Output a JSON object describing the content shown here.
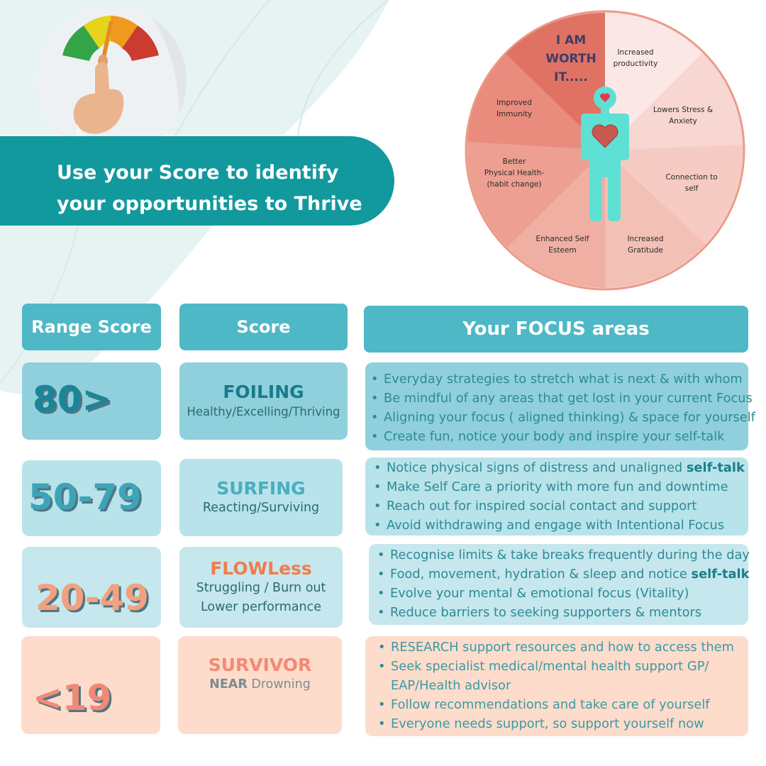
{
  "colors": {
    "teal_dark": "#12999e",
    "teal_header": "#4eb8c6",
    "foiling_bg": "#8fd0dc",
    "surfing_bg": "#b8e3ea",
    "flowless_bg": "#c5e7ed",
    "survivor_bg": "#fddccb",
    "orange": "#ef7d4e",
    "salmon": "#f28a74"
  },
  "hero": {
    "line1": "Use your Score to identify",
    "line2": "your opportunities to Thrive"
  },
  "wheel": {
    "center_text": [
      "I AM",
      "WORTH",
      "IT....."
    ],
    "segments": [
      {
        "lines": [
          "Increased",
          "productivity"
        ]
      },
      {
        "lines": [
          "Lowers Stress &",
          "Anxiety"
        ]
      },
      {
        "lines": [
          "Connection to",
          "self"
        ]
      },
      {
        "lines": [
          "Increased",
          "Gratitude"
        ]
      },
      {
        "lines": [
          "Enhanced Self",
          "Esteem"
        ]
      },
      {
        "lines": [
          "Better",
          "Physical Health-",
          "(habit change)"
        ]
      },
      {
        "lines": [
          "Improved",
          "Immunity"
        ]
      }
    ]
  },
  "headers": {
    "range": "Range Score",
    "score": "Score",
    "focus": "Your FOCUS areas"
  },
  "rows": [
    {
      "range": "80>",
      "name": "FOILING",
      "sub1": "Healthy/Excelling/Thriving",
      "sub2": "",
      "focus": [
        "Everyday strategies to stretch what is next & with whom",
        "Be mindful of any areas that get lost in your current Focus",
        "Aligning your focus ( aligned thinking) & space for yourself",
        "Create fun, notice your body and inspire your self-talk"
      ]
    },
    {
      "range": "50-79",
      "name": "SURFING",
      "sub1": "Reacting/Surviving",
      "sub2": "",
      "focus": [
        "Notice physical signs of distress and unaligned ",
        "Make Self Care a priority with more fun and downtime",
        "Reach out for inspired social contact and support",
        "Avoid withdrawing and engage with Intentional Focus"
      ],
      "focus_bold": "self-talk"
    },
    {
      "range": "20-49",
      "name": "FLOWLess",
      "sub1": "Struggling / Burn out",
      "sub2": "Lower performance",
      "focus": [
        "Recognise limits & take breaks frequently during the day",
        "Food, movement, hydration & sleep and notice ",
        "Evolve your mental & emotional focus (Vitality)",
        "Reduce barriers to seeking supporters & mentors"
      ],
      "focus_bold": "self-talk"
    },
    {
      "range": "<19",
      "name": "SURVIVOR",
      "sub1_bold": "NEAR",
      "sub1": " Drowning",
      "focus": [
        "RESEARCH support resources and how to access them",
        "Seek specialist medical/mental health support GP/",
        "Follow recommendations and take care of yourself",
        "Everyone needs support, so support yourself now"
      ],
      "focus_cont": "EAP/Health advisor"
    }
  ]
}
